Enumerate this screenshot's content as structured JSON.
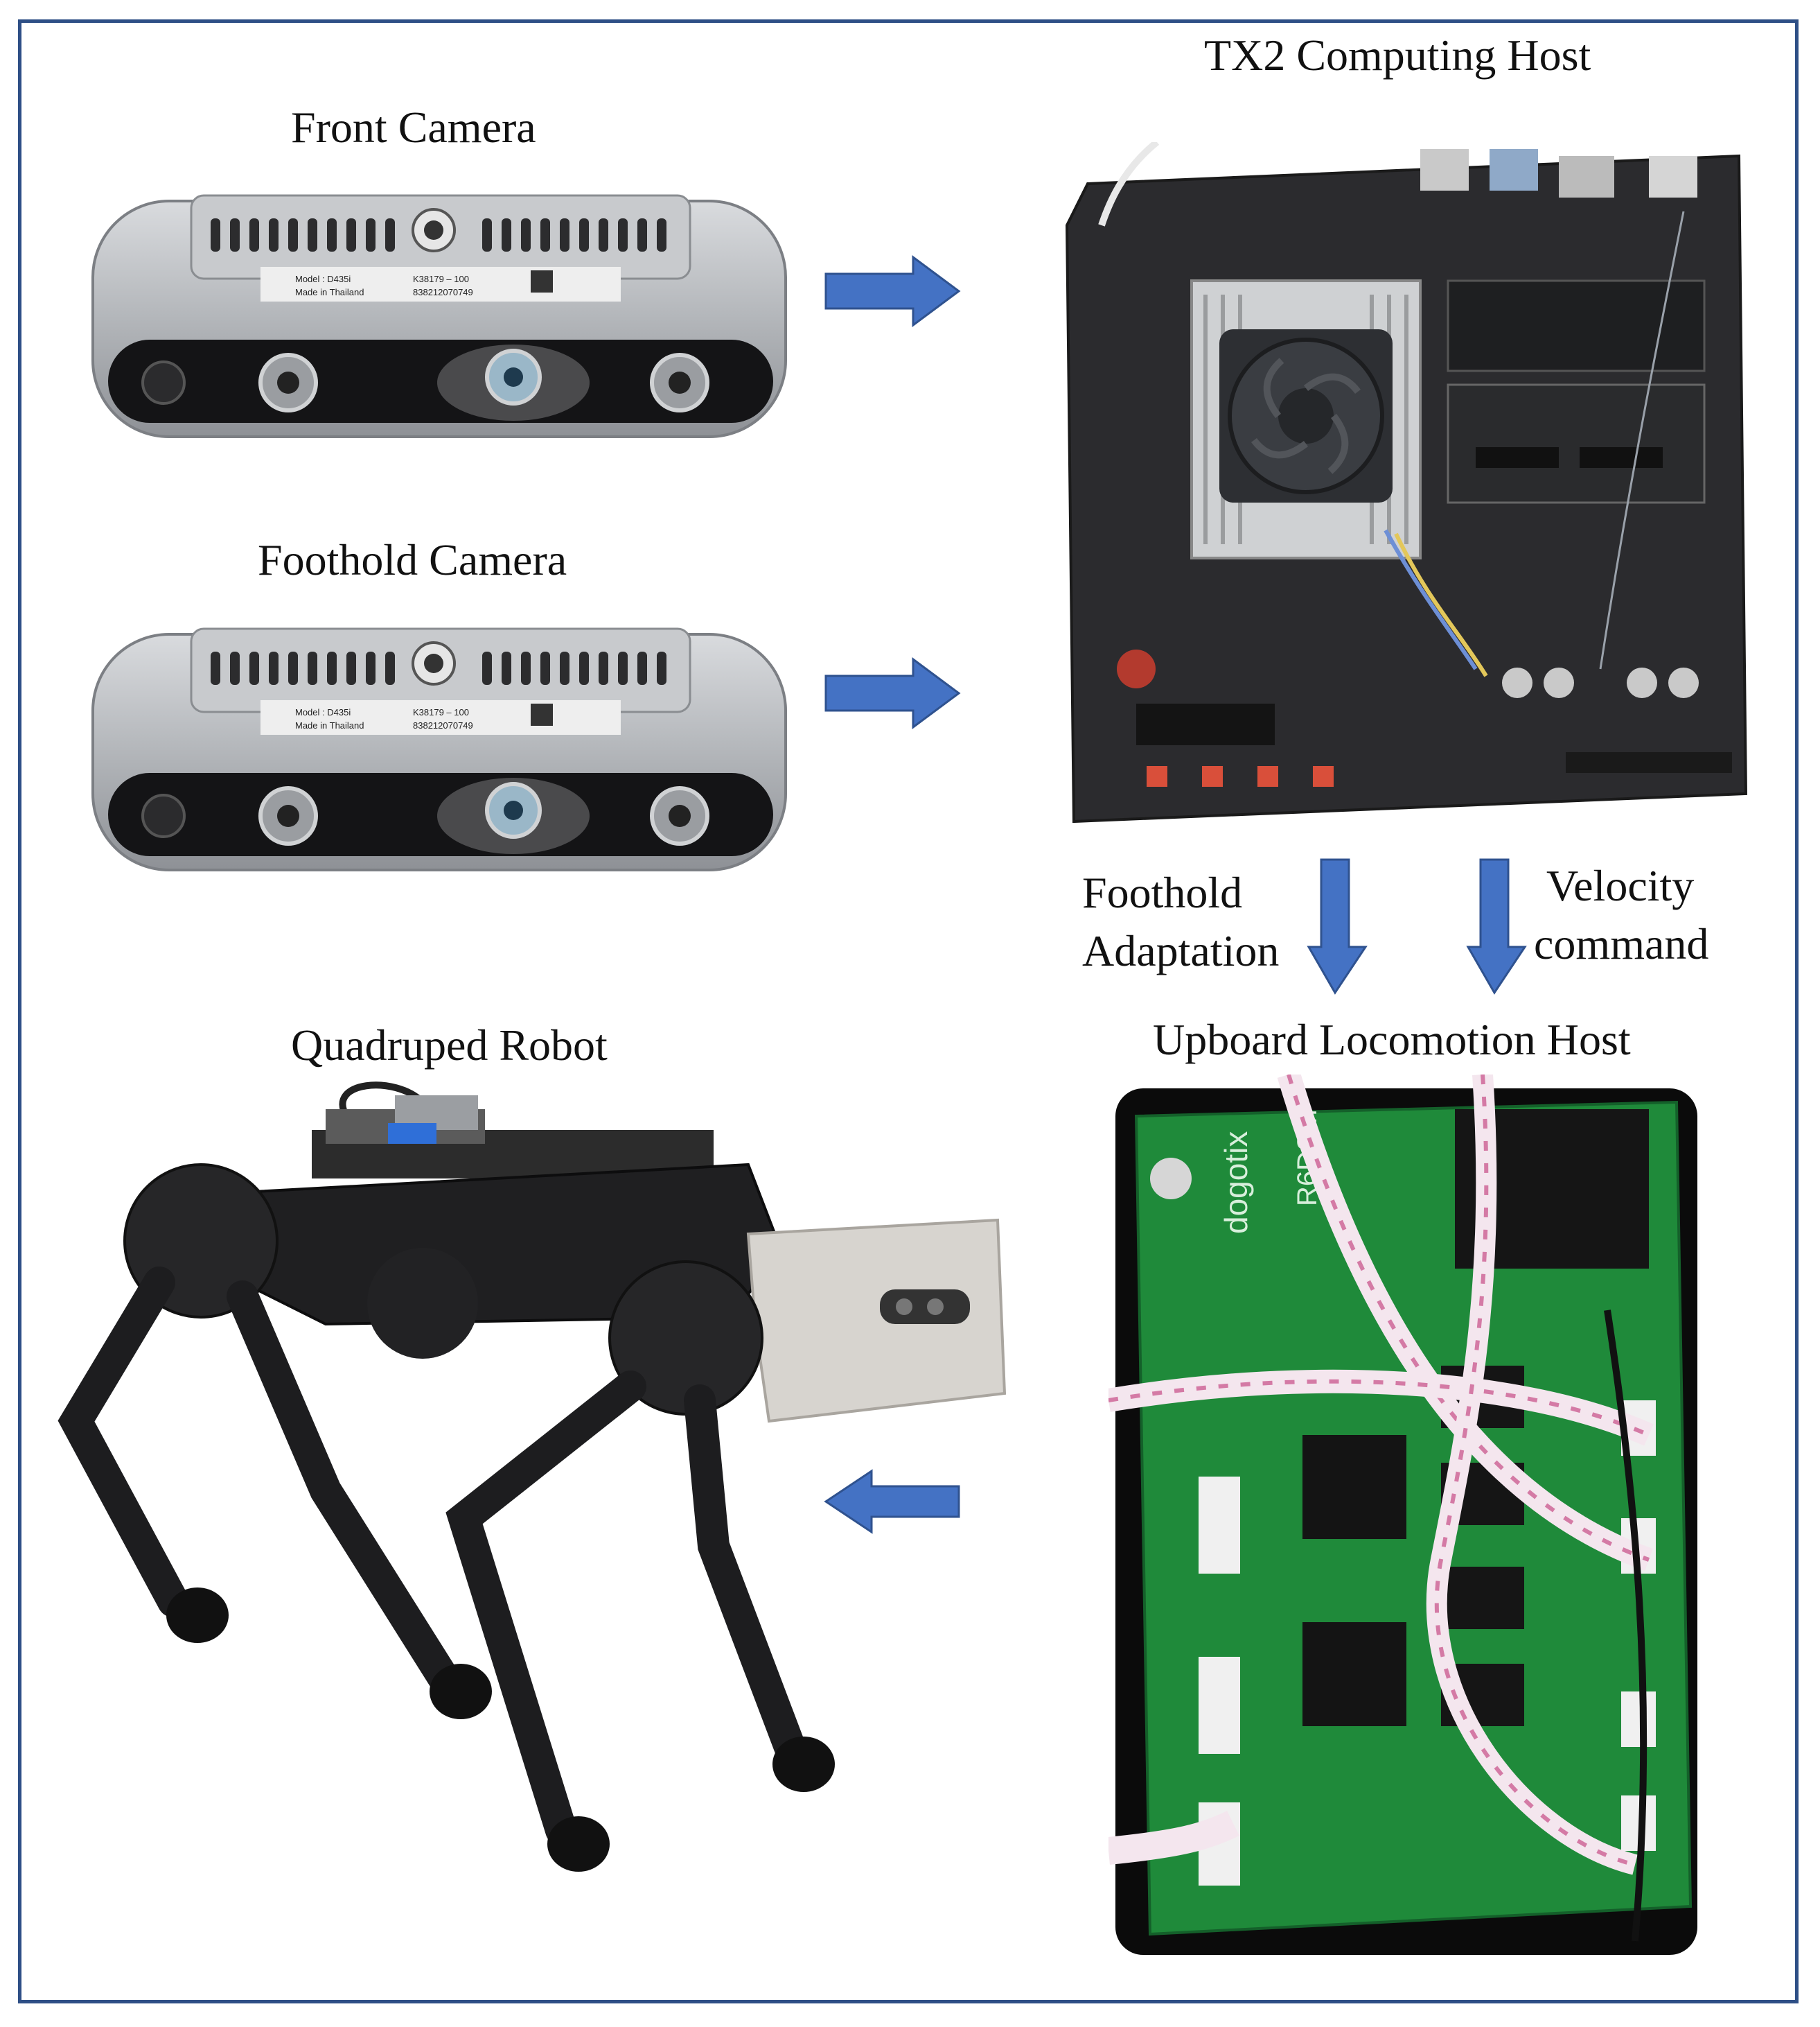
{
  "labels": {
    "front_camera": "Front Camera",
    "foothold_camera": "Foothold Camera",
    "tx2_host": "TX2 Computing Host",
    "foothold_adaptation_line1": "Foothold",
    "foothold_adaptation_line2": "Adaptation",
    "velocity_command_line1": "Velocity",
    "velocity_command_line2": "command",
    "upboard_host": "Upboard Locomotion Host",
    "quadruped_robot": "Quadruped Robot"
  },
  "camera_sticker": {
    "model": "Model : D435i",
    "made_in": "Made in Thailand",
    "part": "K38179 – 100",
    "serial": "838212070749"
  },
  "board_text": {
    "brand": "dogotix",
    "module": "R6DSM"
  },
  "colors": {
    "arrow_fill": "#4472c4",
    "arrow_stroke": "#2f528f",
    "frame_border": "#2e4f86",
    "pcb_green": "#1f8a3a",
    "pcb_dark": "#2a2a2a",
    "camera_silver": "#b9bcc0"
  }
}
